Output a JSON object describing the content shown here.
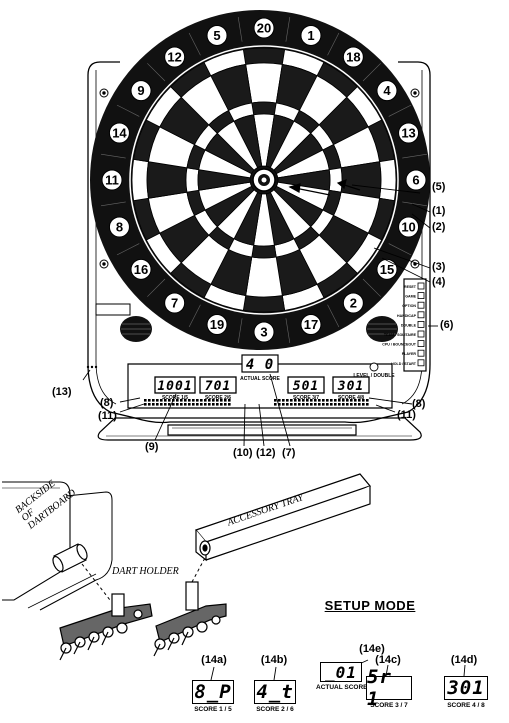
{
  "board": {
    "numbers": [
      "20",
      "1",
      "18",
      "4",
      "13",
      "6",
      "10",
      "15",
      "2",
      "17",
      "3",
      "19",
      "7",
      "16",
      "8",
      "11",
      "14",
      "9",
      "12",
      "5"
    ]
  },
  "panel": {
    "actual_display": "4 0",
    "actual_caption": "ACTUAL SCORE",
    "level_caption": "LEVEL / DOUBLE",
    "scores": [
      {
        "value": "1001",
        "caption": "SCORE 1/5"
      },
      {
        "value": "701",
        "caption": "SCORE 2/6"
      },
      {
        "value": "501",
        "caption": "SCORE 3/7"
      },
      {
        "value": "301",
        "caption": "SCORE 4/8"
      }
    ],
    "buttons": [
      "RESET",
      "GAME",
      "OPTION",
      "HANDICAP",
      "DOUBLE",
      "TEAM / SOLITAIRE",
      "CPU / BOUNCEOUT",
      "PLAYER",
      "HOLD / START"
    ]
  },
  "callouts": {
    "c1": "(1)",
    "c2": "(2)",
    "c3": "(3)",
    "c4": "(4)",
    "c5": "(5)",
    "c6": "(6)",
    "c7": "(7)",
    "c8a": "(8)",
    "c8b": "(8)",
    "c9": "(9)",
    "c10": "(10)",
    "c11a": "(11)",
    "c11b": "(11)",
    "c12": "(12)",
    "c13": "(13)"
  },
  "accessory": {
    "backside_label": "BACKSIDE OF DARTBOARD",
    "holder_label": "DART HOLDER",
    "tray_label": "ACCESSORY TRAY"
  },
  "setup": {
    "title": "SETUP MODE",
    "displays": [
      {
        "tag": "(14a)",
        "value": "8_P",
        "caption": "SCORE 1 / 5"
      },
      {
        "tag": "(14b)",
        "value": "4_t",
        "caption": "SCORE 2 / 6"
      },
      {
        "tag": "(14e)",
        "value": "_01",
        "caption": "ACTUAL SCORE"
      },
      {
        "tag": "(14c)",
        "value": "5r 1",
        "caption": "SCORE 3 / 7"
      },
      {
        "tag": "(14d)",
        "value": "301",
        "caption": "SCORE 4 / 8"
      }
    ]
  }
}
